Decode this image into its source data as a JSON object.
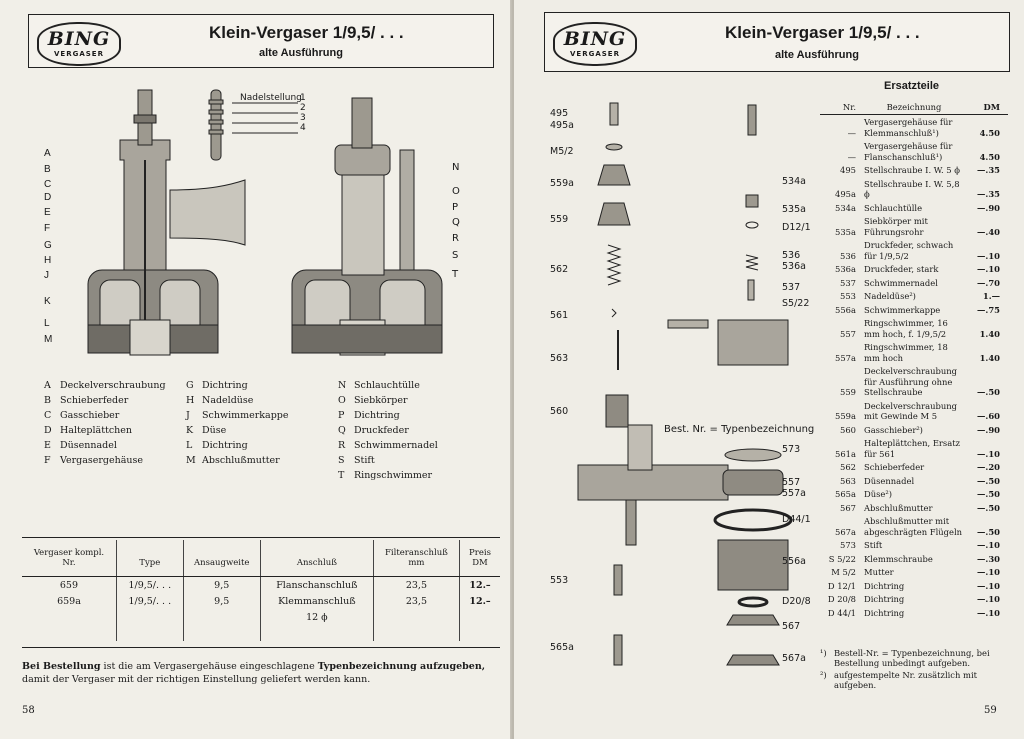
{
  "header": {
    "brand": "BING",
    "brand_sub": "VERGASER",
    "title": "Klein-Vergaser 1/9,5/ . . .",
    "subtitle": "alte Ausführung"
  },
  "left": {
    "figure_labels_left": [
      "A",
      "B",
      "C",
      "D",
      "E",
      "F",
      "G",
      "H",
      "J",
      "K",
      "L",
      "M"
    ],
    "figure_labels_right": [
      "N",
      "O",
      "P",
      "Q",
      "R",
      "S",
      "T"
    ],
    "needle_title": "Nadelstellung",
    "needle_positions": [
      "1",
      "2",
      "3",
      "4"
    ],
    "legend_col1": [
      {
        "k": "A",
        "v": "Deckelverschraubung"
      },
      {
        "k": "B",
        "v": "Schieberfeder"
      },
      {
        "k": "C",
        "v": "Gasschieber"
      },
      {
        "k": "D",
        "v": "Halteplättchen"
      },
      {
        "k": "E",
        "v": "Düsennadel"
      },
      {
        "k": "F",
        "v": "Vergasergehäuse"
      }
    ],
    "legend_col2": [
      {
        "k": "G",
        "v": "Dichtring"
      },
      {
        "k": "H",
        "v": "Nadeldüse"
      },
      {
        "k": "J",
        "v": "Schwimmerkappe"
      },
      {
        "k": "K",
        "v": "Düse"
      },
      {
        "k": "L",
        "v": "Dichtring"
      },
      {
        "k": "M",
        "v": "Abschlußmutter"
      }
    ],
    "legend_col3": [
      {
        "k": "N",
        "v": "Schlauchtülle"
      },
      {
        "k": "O",
        "v": "Siebkörper"
      },
      {
        "k": "P",
        "v": "Dichtring"
      },
      {
        "k": "Q",
        "v": "Druckfeder"
      },
      {
        "k": "R",
        "v": "Schwimmernadel"
      },
      {
        "k": "S",
        "v": "Stift"
      },
      {
        "k": "T",
        "v": "Ringschwimmer"
      }
    ],
    "table": {
      "headers": [
        [
          "Vergaser kompl.",
          "Nr."
        ],
        [
          "",
          "Type"
        ],
        [
          "",
          "Ansaugweite"
        ],
        [
          "",
          "Anschluß"
        ],
        [
          "Filteranschluß",
          "mm"
        ],
        [
          "Preis",
          "DM"
        ]
      ],
      "rows": [
        [
          "659",
          "1/9,5/. . .",
          "9,5",
          "Flanschanschluß",
          "23,5",
          "12.–"
        ],
        [
          "659a",
          "1/9,5/. . .",
          "9,5",
          "Klemmanschluß",
          "23,5",
          "12.–"
        ]
      ],
      "row2_extra": "12 ϕ"
    },
    "note_bold1": "Bei Bestellung",
    "note_mid": " ist die am Vergasergehäuse eingeschlagene ",
    "note_bold2": "Typenbezeichnung aufzugeben,",
    "note_end": " damit der Vergaser mit der richtigen Einstellung geliefert werden kann.",
    "page_number": "58"
  },
  "right": {
    "explode_left": [
      "495",
      "495a",
      "M5/2",
      "559a",
      "559",
      "562",
      "561",
      "563",
      "560",
      "553",
      "565a"
    ],
    "explode_right": [
      "534a",
      "535a",
      "D12/1",
      "536",
      "536a",
      "537",
      "S5/22",
      "573",
      "557",
      "557a",
      "D44/1",
      "556a",
      "D20/8",
      "567",
      "567a"
    ],
    "best_nr": "Best. Nr. = Typenbezeichnung",
    "parts_title": "Ersatzteile",
    "parts_headers": {
      "nr": "Nr.",
      "bez": "Bezeichnung",
      "dm": "DM"
    },
    "parts": [
      {
        "nr": "—",
        "bez": "Vergasergehäuse für Klemmanschluß¹)",
        "dm": "4.50"
      },
      {
        "nr": "—",
        "bez": "Vergasergehäuse für Flanschanschluß¹)",
        "dm": "4.50"
      },
      {
        "nr": "495",
        "bez": "Stellschraube I. W. 5 ϕ",
        "dm": "—.35"
      },
      {
        "nr": "495a",
        "bez": "Stellschraube I. W. 5,8 ϕ",
        "dm": "—.35"
      },
      {
        "nr": "534a",
        "bez": "Schlauchtülle",
        "dm": "—.90"
      },
      {
        "nr": "535a",
        "bez": "Siebkörper mit Führungsrohr",
        "dm": "—.40"
      },
      {
        "nr": "536",
        "bez": "Druckfeder, schwach für 1/9,5/2",
        "dm": "—.10"
      },
      {
        "nr": "536a",
        "bez": "Druckfeder, stark",
        "dm": "—.10"
      },
      {
        "nr": "537",
        "bez": "Schwimmernadel",
        "dm": "—.70"
      },
      {
        "nr": "553",
        "bez": "Nadeldüse²)",
        "dm": "1.—"
      },
      {
        "nr": "556a",
        "bez": "Schwimmerkappe",
        "dm": "—.75"
      },
      {
        "nr": "557",
        "bez": "Ringschwimmer, 16 mm hoch, f. 1/9,5/2",
        "dm": "1.40"
      },
      {
        "nr": "557a",
        "bez": "Ringschwimmer, 18 mm hoch",
        "dm": "1.40"
      },
      {
        "nr": "559",
        "bez": "Deckelverschraubung für Ausführung ohne Stellschraube",
        "dm": "—.50"
      },
      {
        "nr": "559a",
        "bez": "Deckelverschraubung mit Gewinde M 5",
        "dm": "—.60"
      },
      {
        "nr": "560",
        "bez": "Gasschieber²)",
        "dm": "—.90"
      },
      {
        "nr": "561a",
        "bez": "Halteplättchen, Ersatz für 561",
        "dm": "—.10"
      },
      {
        "nr": "562",
        "bez": "Schieberfeder",
        "dm": "—.20"
      },
      {
        "nr": "563",
        "bez": "Düsennadel",
        "dm": "—.50"
      },
      {
        "nr": "565a",
        "bez": "Düse²)",
        "dm": "—.50"
      },
      {
        "nr": "567",
        "bez": "Abschlußmutter",
        "dm": "—.50"
      },
      {
        "nr": "567a",
        "bez": "Abschlußmutter mit abgeschrägten Flügeln",
        "dm": "—.50"
      },
      {
        "nr": "573",
        "bez": "Stift",
        "dm": "—.10"
      },
      {
        "nr": "S 5/22",
        "bez": "Klemmschraube",
        "dm": "—.30"
      },
      {
        "nr": "M 5/2",
        "bez": "Mutter",
        "dm": "—.10"
      },
      {
        "nr": "D 12/1",
        "bez": "Dichtring",
        "dm": "—.10"
      },
      {
        "nr": "D 20/8",
        "bez": "Dichtring",
        "dm": "—.10"
      },
      {
        "nr": "D 44/1",
        "bez": "Dichtring",
        "dm": "—.10"
      }
    ],
    "footnote1": "Bestell-Nr. = Typenbezeichnung, bei Bestellung unbedingt aufgeben.",
    "footnote2": "aufgestempelte Nr. zusätzlich mit aufgeben.",
    "fn_marks": [
      "¹)",
      "²)"
    ],
    "page_number": "59"
  }
}
